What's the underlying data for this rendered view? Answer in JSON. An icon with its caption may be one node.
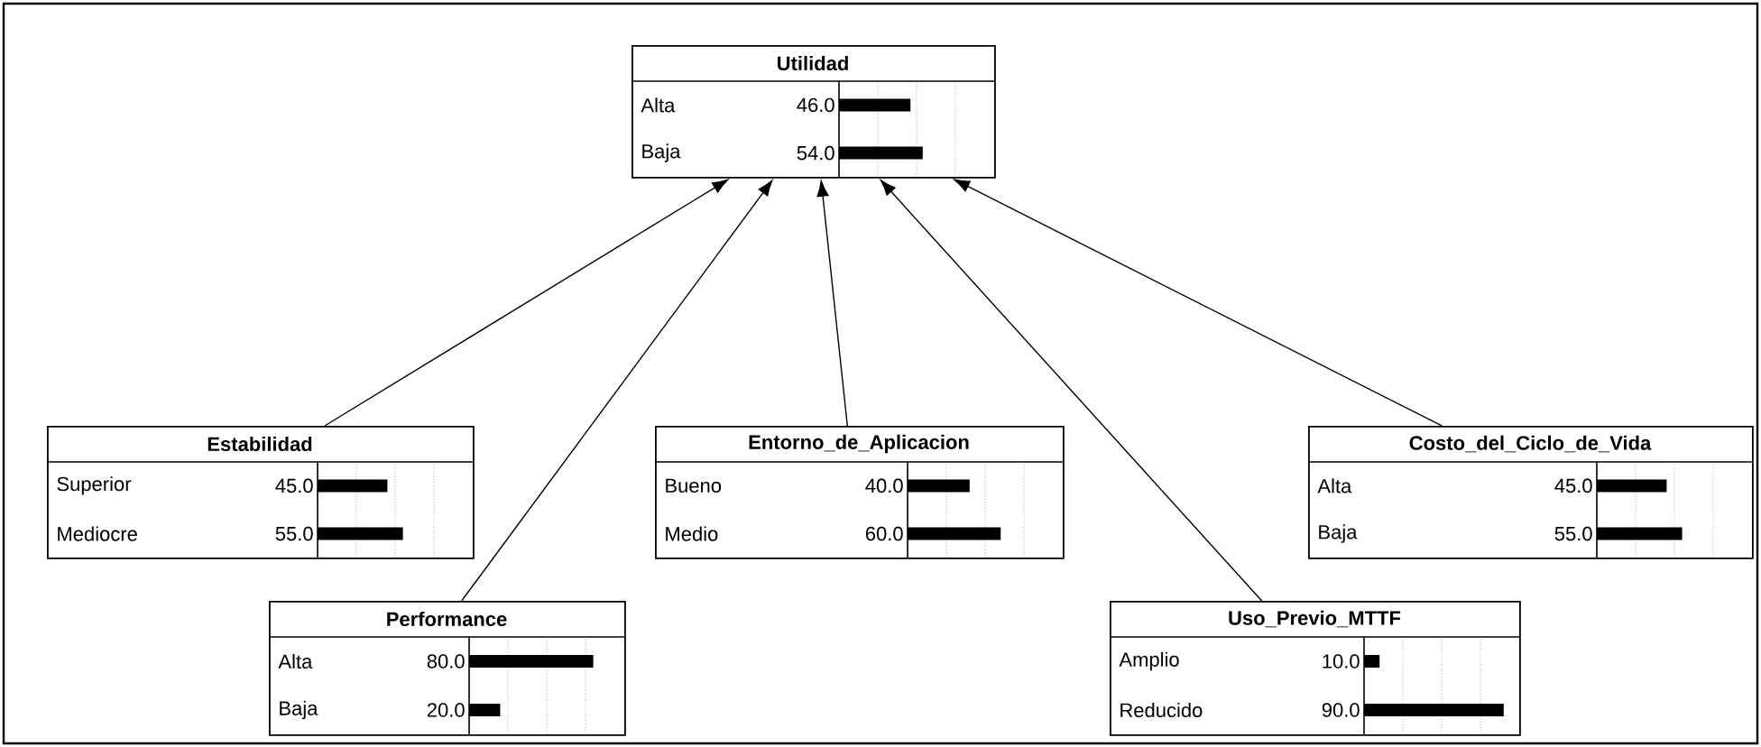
{
  "diagram": {
    "nodes": [
      {
        "text": [
          "Utilidad",
          "Alta",
          "46.0",
          "Baja",
          "54.0"
        ]
      },
      {
        "text": [
          "Estabilidad",
          "Superior",
          "45.0",
          "Mediocre",
          "55.0"
        ]
      },
      {
        "text": [
          "Performance",
          "Alta",
          "80.0",
          "Baja",
          "20.0"
        ]
      },
      {
        "text": [
          "Entorno_de_Aplicacion",
          "Bueno",
          "40.0",
          "Medio",
          "60.0"
        ]
      },
      {
        "text": [
          "Costo_del_Ciclo_de_Vida",
          "Alta",
          "45.0",
          "Baja",
          "55.0"
        ]
      },
      {
        "text": [
          "Uso_Previo_MTTF",
          "Amplio",
          "10.0",
          "Reducido",
          "90.0"
        ]
      }
    ],
    "edges": [
      {
        "from": 1,
        "to": 0,
        "arrow": "to"
      },
      {
        "from": 2,
        "to": 0,
        "arrow": "to"
      },
      {
        "from": 3,
        "to": 0,
        "arrow": "to"
      },
      {
        "from": 4,
        "to": 0,
        "arrow": "to"
      },
      {
        "from": 5,
        "to": 0,
        "arrow": "to"
      }
    ]
  }
}
